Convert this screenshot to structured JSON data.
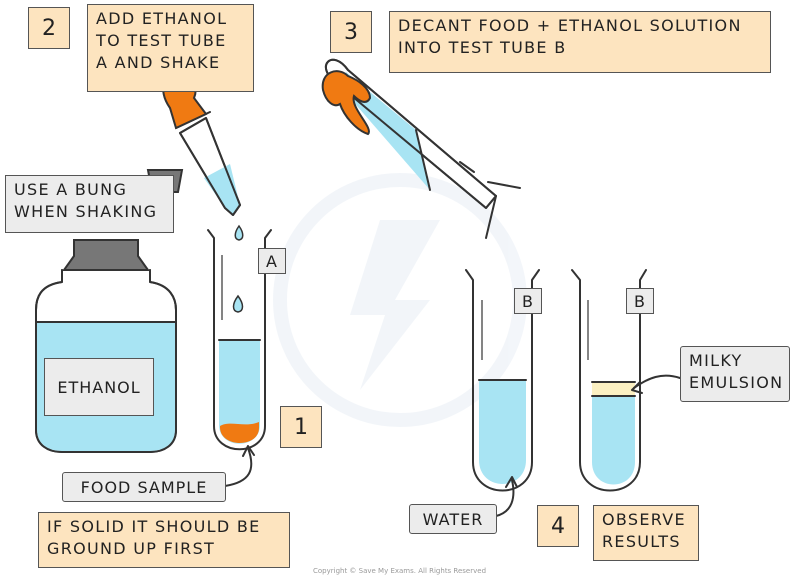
{
  "steps": {
    "s1": "1",
    "s2": "2",
    "s3": "3",
    "s4": "4"
  },
  "instructions": {
    "add_ethanol": "ADD ETHANOL\nTO TEST TUBE\nA AND SHAKE",
    "decant": "DECANT FOOD + ETHANOL SOLUTION\nINTO TEST TUBE B",
    "bung": "USE A BUNG\nWHEN SHAKING",
    "solid": "IF SOLID IT SHOULD BE\nGROUND UP FIRST",
    "observe": "OBSERVE\nRESULTS"
  },
  "labels": {
    "ethanol": "ETHANOL",
    "tube_a": "A",
    "tube_b1": "B",
    "tube_b2": "B",
    "food_sample": "FOOD SAMPLE",
    "water": "WATER",
    "milky": "MILKY\nEMULSION"
  },
  "colors": {
    "liquid": "#a8e4f3",
    "food": "#f07a12",
    "emulsion": "#fbf0c2",
    "instruction_box": "#fde4bf",
    "label_box": "#ececec",
    "bung": "#777777"
  },
  "footer": {
    "copyright": "Copyright © Save My Exams. All Rights Reserved"
  }
}
